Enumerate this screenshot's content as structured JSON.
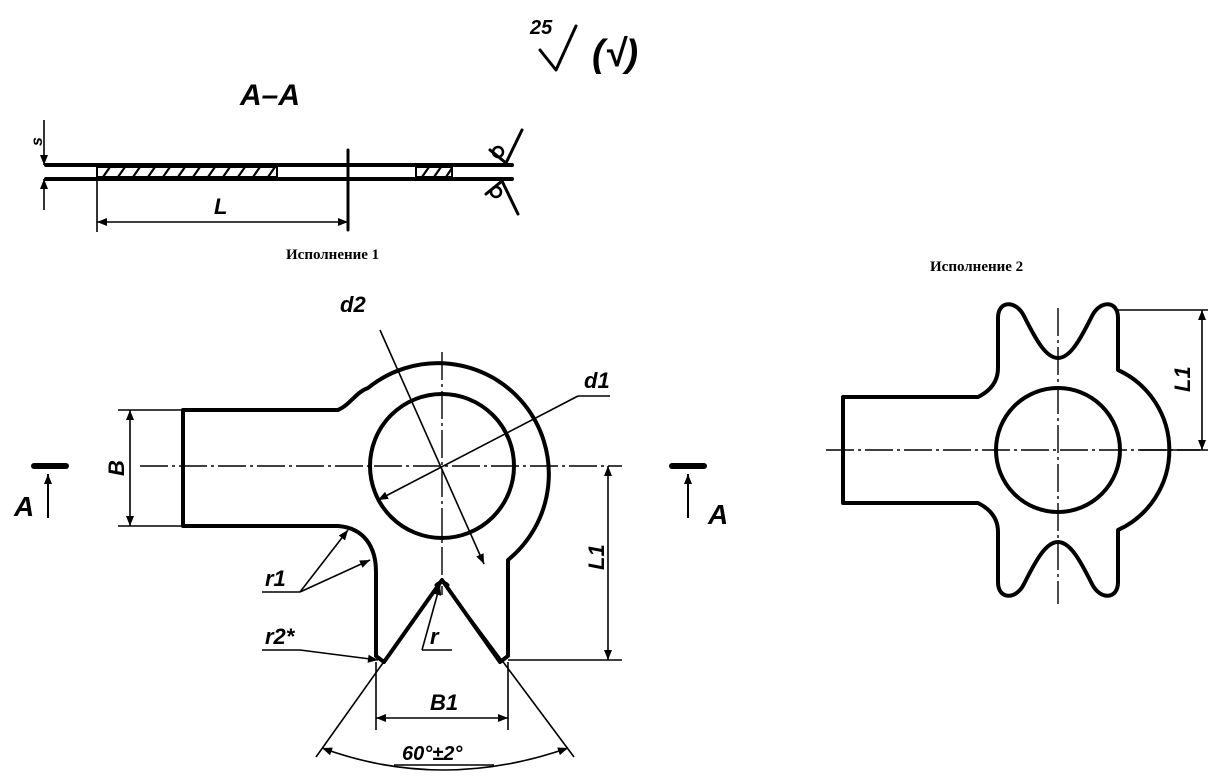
{
  "roughness": {
    "value": "25",
    "bracket_symbol": "(√)"
  },
  "section": {
    "label": "A–A",
    "s": "s",
    "L": "L"
  },
  "captions": {
    "variant1": "Исполнение 1",
    "variant2": "Исполнение 2"
  },
  "view1": {
    "d2": "d2",
    "d1": "d1",
    "B": "B",
    "L1": "L1",
    "r1": "r1",
    "r2": "r2*",
    "r": "r",
    "B1": "B1",
    "angle": "60°±2°",
    "section_mark_left": "A",
    "section_mark_right": "A"
  },
  "view2": {
    "L1": "L1"
  }
}
